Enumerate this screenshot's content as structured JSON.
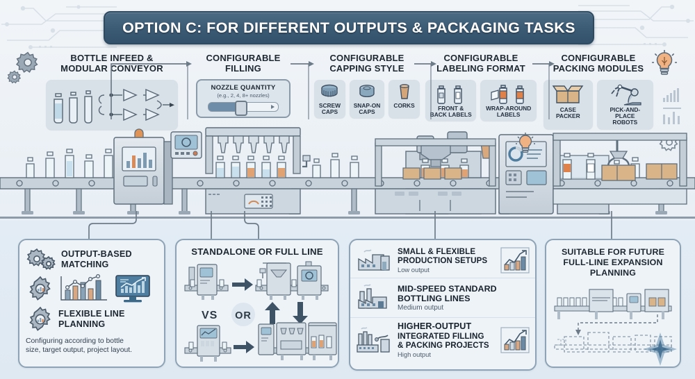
{
  "title": "OPTION C: FOR DIFFERENT OUTPUTS & PACKAGING TASKS",
  "theme": {
    "banner_bg": "#3b5a74",
    "banner_text": "#ffffff",
    "page_bg": "#eef2f6",
    "card_bg": "#eef3f8",
    "card_border": "#8ea3b5",
    "chip_bg": "#d8e0e8",
    "accent_orange": "#d98a5a",
    "ink": "#1d2730"
  },
  "stages": [
    {
      "id": "infeed",
      "title": "BOTTLE INFEED &\nMODULAR CONVEYOR",
      "title_line1": "BOTTLE INFEED &",
      "title_line2": "MODULAR CONVEYOR",
      "visual": "bottles-and-branching-conveyor-diagram"
    },
    {
      "id": "filling",
      "title_line1": "CONFIGURABLE",
      "title_line2": "FILLING",
      "callout": {
        "heading": "NOZZLE QUANTITY",
        "detail": "(e.g., 2, 4, 8+ nozzles)",
        "control": "slider"
      }
    },
    {
      "id": "capping",
      "title_line1": "CONFIGURABLE",
      "title_line2": "CAPPING STYLE",
      "chips": [
        {
          "label_line1": "SCREW",
          "label_line2": "CAPS",
          "icon": "screw-cap-icon"
        },
        {
          "label_line1": "SNAP-ON",
          "label_line2": "CAPS",
          "icon": "snap-on-cap-icon"
        },
        {
          "label_line1": "CORKS",
          "label_line2": "",
          "icon": "cork-icon"
        }
      ]
    },
    {
      "id": "labeling",
      "title_line1": "CONFIGURABLE",
      "title_line2": "LABELING FORMAT",
      "chips": [
        {
          "label_line1": "FRONT &",
          "label_line2": "BACK LABELS",
          "icon": "front-back-label-icon"
        },
        {
          "label_line1": "WRAP-AROUND",
          "label_line2": "LABELS",
          "icon": "wrap-around-label-icon"
        }
      ]
    },
    {
      "id": "packing",
      "title_line1": "CONFIGURABLE",
      "title_line2": "PACKING MODULES",
      "chips": [
        {
          "label_line1": "CASE",
          "label_line2": "PACKER",
          "icon": "carton-box-icon"
        },
        {
          "label_line1": "PICK-AND-PLACE",
          "label_line2": "ROBOTS",
          "icon": "robot-arm-icon"
        }
      ]
    }
  ],
  "bottom_cards": [
    {
      "id": "matching",
      "heading1_line1": "OUTPUT-BASED",
      "heading1_line2": "MATCHING",
      "heading2_line1": "FLEXIBLE LINE",
      "heading2_line2": "PLANNING",
      "body_line1": "Configuring according to bottle",
      "body_line2": "size, target output, project layout.",
      "icons": [
        "gears-icon",
        "bar-chart-icon",
        "monitor-chart-icon",
        "gear-chart-icon"
      ]
    },
    {
      "id": "standalone",
      "title": "STANDALONE OR FULL LINE",
      "vs_label": "VS",
      "or_label": "OR",
      "icons": [
        "single-machine-icon",
        "arrow-right-icon",
        "full-line-icon",
        "arrow-up-icon",
        "arrow-down-icon"
      ]
    },
    {
      "id": "applications",
      "rows": [
        {
          "h1_line1": "SMALL & FLEXIBLE",
          "h1_line2": "PRODUCTION SETUPS",
          "sub": "Low output",
          "icon": "factory-small-icon",
          "chart": true
        },
        {
          "h1_line1": "MID-SPEED STANDARD",
          "h1_line2": "BOTTLING LINES",
          "sub": "Medium output",
          "icon": "factory-medium-icon",
          "chart": false
        },
        {
          "h1_line1": "HIGHER-OUTPUT",
          "h1_line2": "INTEGRATED FILLING",
          "h1_line3": "& PACKING PROJECTS",
          "sub": "High output",
          "icon": "factory-large-icon",
          "chart": true
        }
      ]
    },
    {
      "id": "expansion",
      "title_line1": "SUITABLE FOR FUTURE",
      "title_line2": "FULL-LINE EXPANSION",
      "title_line3": "PLANNING",
      "visual": "solid-line-with-dashed-future-line"
    }
  ],
  "decor": {
    "circuit_left": "circuit-trace-pattern",
    "circuit_right": "circuit-trace-pattern",
    "gear_top_left": "gear-icon",
    "gear_bottom_right": "gear-icon",
    "bulb_top_right": "lightbulb-icon",
    "bulb_mid": "lightbulb-icon",
    "sparkline_right": "sparkline-icon"
  }
}
